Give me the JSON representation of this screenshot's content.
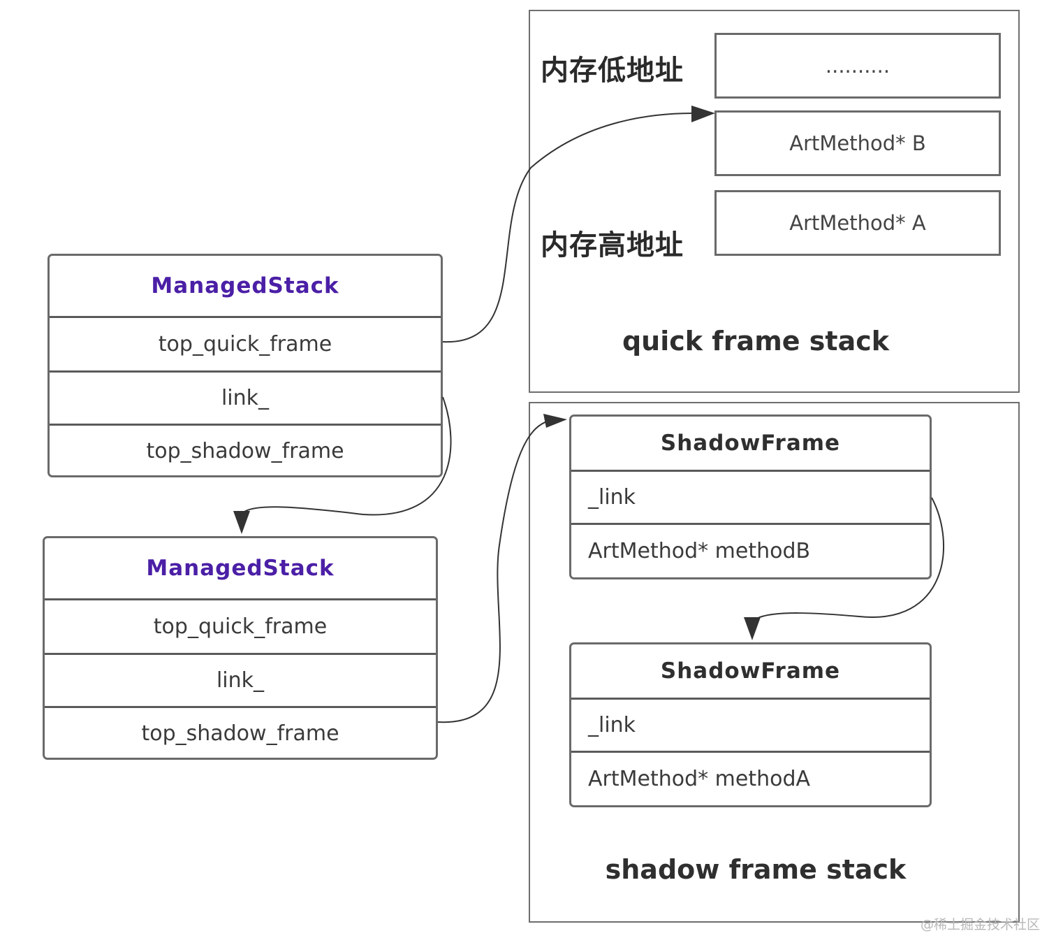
{
  "quick_stack": {
    "low_address_label": "内存低地址",
    "high_address_label": "内存高地址",
    "slots": [
      "..........",
      "ArtMethod* B",
      "ArtMethod* A"
    ],
    "caption": "quick frame stack"
  },
  "shadow_stack": {
    "caption": "shadow frame stack",
    "frames": [
      {
        "title": "ShadowFrame",
        "fields": [
          "_link",
          "ArtMethod* methodB"
        ]
      },
      {
        "title": "ShadowFrame",
        "fields": [
          "_link",
          "ArtMethod* methodA"
        ]
      }
    ]
  },
  "managed_stacks": [
    {
      "title": "ManagedStack",
      "fields": [
        "top_quick_frame",
        "link_",
        "top_shadow_frame"
      ]
    },
    {
      "title": "ManagedStack",
      "fields": [
        "top_quick_frame",
        "link_",
        "top_shadow_frame"
      ]
    }
  ],
  "colors": {
    "managed_stack_title": "#4b1fa6",
    "border": "#6a6a6a",
    "connector": "#333333"
  },
  "watermark": "@稀土掘金技术社区"
}
